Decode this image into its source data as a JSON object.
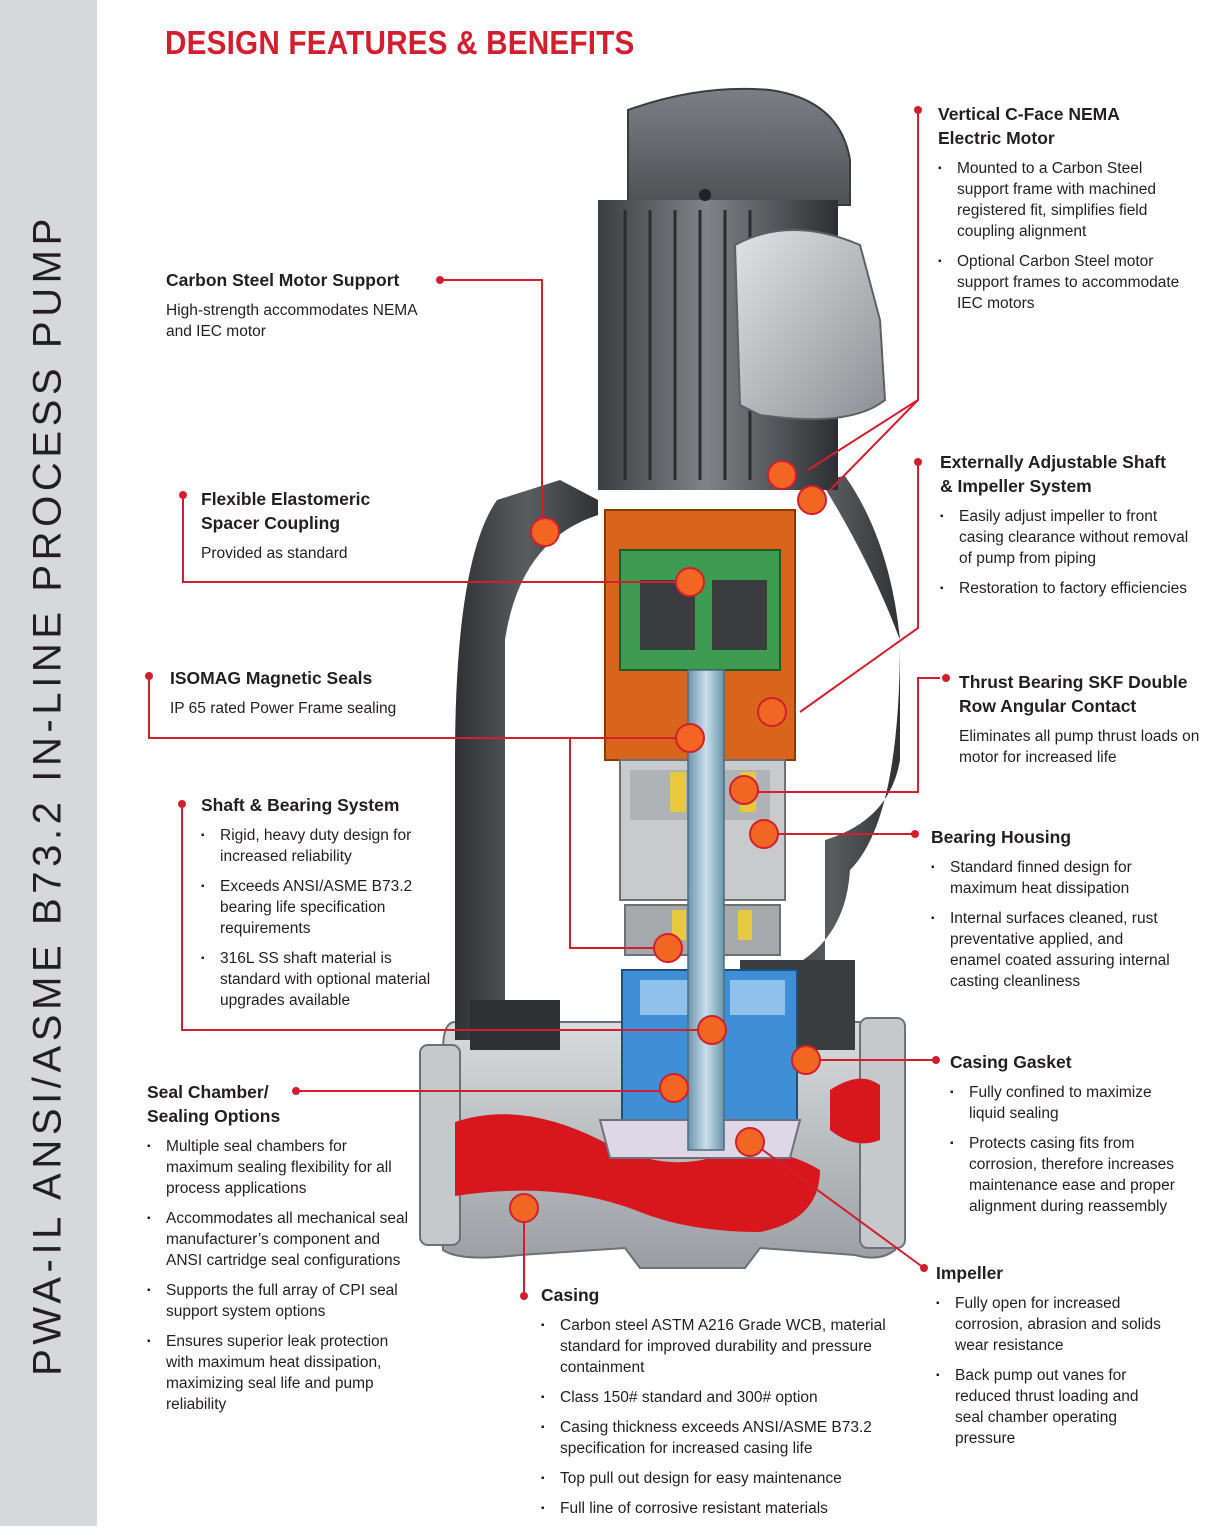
{
  "page": {
    "side_title": "PWA-IL ANSI/ASME B73.2 IN-LINE PROCESS PUMP",
    "title": "DESIGN FEATURES & BENEFITS"
  },
  "colors": {
    "accent": "#d21f2e",
    "callout": "#f26522",
    "sidebar": "#d7d8da",
    "seal_blue": "#3f8fd6",
    "motor_grey": "#666a6e",
    "frame_orange": "#d9641c"
  },
  "features": {
    "motor": {
      "title": [
        "Vertical C-Face NEMA",
        "Electric Motor"
      ],
      "bullets": [
        "Mounted to a Carbon Steel support frame with machined registered fit, simplifies field coupling alignment",
        "Optional Carbon Steel motor support frames to accommodate IEC motors"
      ]
    },
    "motor_support": {
      "title": [
        "Carbon Steel Motor Support"
      ],
      "text": "High-strength accommodates NEMA and IEC motor"
    },
    "coupling": {
      "title": [
        "Flexible Elastomeric",
        "Spacer Coupling"
      ],
      "text": "Provided as standard"
    },
    "shaft_adjust": {
      "title": [
        "Externally Adjustable Shaft",
        "& Impeller System"
      ],
      "bullets": [
        "Easily adjust impeller to front casing clearance without removal of pump from piping",
        "Restoration to factory efficiencies"
      ]
    },
    "seals": {
      "title": [
        "ISOMAG Magnetic Seals"
      ],
      "text": "IP 65 rated Power Frame sealing"
    },
    "thrust": {
      "title": [
        "Thrust Bearing SKF Double",
        "Row Angular Contact"
      ],
      "text": "Eliminates all pump thrust loads on motor for increased life"
    },
    "shaft_bearing": {
      "title": [
        "Shaft & Bearing System"
      ],
      "bullets": [
        "Rigid, heavy duty design for increased reliability",
        "Exceeds ANSI/ASME B73.2 bearing life specification requirements",
        "316L SS shaft material is standard with optional material upgrades available"
      ]
    },
    "bearing_housing": {
      "title": [
        "Bearing Housing"
      ],
      "bullets": [
        "Standard finned design for maximum heat dissipation",
        "Internal surfaces cleaned, rust preventative applied, and enamel coated assuring internal casting cleanliness"
      ]
    },
    "seal_chamber": {
      "title": [
        "Seal Chamber/",
        "Sealing Options"
      ],
      "bullets": [
        "Multiple seal chambers for maximum sealing flexibility for all process applications",
        "Accommodates all mechanical seal manufacturer’s component and ANSI cartridge seal configurations",
        "Supports the full array of CPI seal support system options",
        "Ensures superior leak protection with maximum heat dissipation, maximizing seal life and pump reliability"
      ]
    },
    "casing_gasket": {
      "title": [
        "Casing Gasket"
      ],
      "bullets": [
        "Fully confined to maximize liquid sealing",
        "Protects casing fits from corrosion, therefore increases maintenance ease and proper alignment during reassembly"
      ]
    },
    "impeller": {
      "title": [
        "Impeller"
      ],
      "bullets": [
        "Fully open for increased corrosion, abrasion and solids wear resistance",
        "Back pump out vanes for reduced thrust loading and seal chamber operating pressure"
      ]
    },
    "casing": {
      "title": [
        "Casing"
      ],
      "bullets": [
        "Carbon steel ASTM A216 Grade WCB, material standard for improved durability and pressure containment",
        "Class 150# standard and 300# option",
        "Casing thickness exceeds ANSI/ASME B73.2 specification for increased casing life",
        "Top pull out design for easy maintenance",
        "Full line of corrosive resistant materials"
      ]
    }
  }
}
